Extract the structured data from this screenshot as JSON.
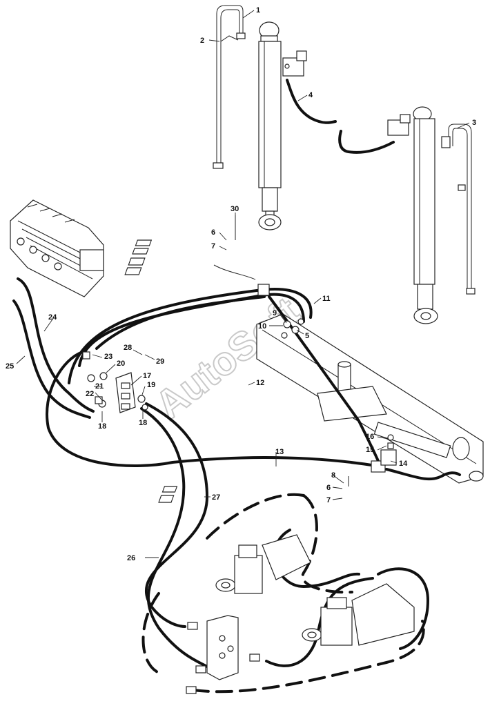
{
  "watermark": "AutoSoft",
  "callouts": [
    {
      "id": "c1",
      "text": "1"
    },
    {
      "id": "c2",
      "text": "2"
    },
    {
      "id": "c3",
      "text": "3"
    },
    {
      "id": "c4",
      "text": "4"
    },
    {
      "id": "c5",
      "text": "5"
    },
    {
      "id": "c6a",
      "text": "6"
    },
    {
      "id": "c6b",
      "text": "6"
    },
    {
      "id": "c7a",
      "text": "7"
    },
    {
      "id": "c7b",
      "text": "7"
    },
    {
      "id": "c8",
      "text": "8"
    },
    {
      "id": "c9",
      "text": "9"
    },
    {
      "id": "c10",
      "text": "10"
    },
    {
      "id": "c11",
      "text": "11"
    },
    {
      "id": "c12",
      "text": "12"
    },
    {
      "id": "c13",
      "text": "13"
    },
    {
      "id": "c14",
      "text": "14"
    },
    {
      "id": "c15",
      "text": "15"
    },
    {
      "id": "c16",
      "text": "16"
    },
    {
      "id": "c17",
      "text": "17"
    },
    {
      "id": "c18a",
      "text": "18"
    },
    {
      "id": "c18b",
      "text": "18"
    },
    {
      "id": "c19",
      "text": "19"
    },
    {
      "id": "c20",
      "text": "20"
    },
    {
      "id": "c21",
      "text": "21"
    },
    {
      "id": "c22",
      "text": "22"
    },
    {
      "id": "c23",
      "text": "23"
    },
    {
      "id": "c24",
      "text": "24"
    },
    {
      "id": "c25",
      "text": "25"
    },
    {
      "id": "c26",
      "text": "26"
    },
    {
      "id": "c27",
      "text": "27"
    },
    {
      "id": "c28",
      "text": "28"
    },
    {
      "id": "c29",
      "text": "29"
    },
    {
      "id": "c30",
      "text": "30"
    }
  ]
}
